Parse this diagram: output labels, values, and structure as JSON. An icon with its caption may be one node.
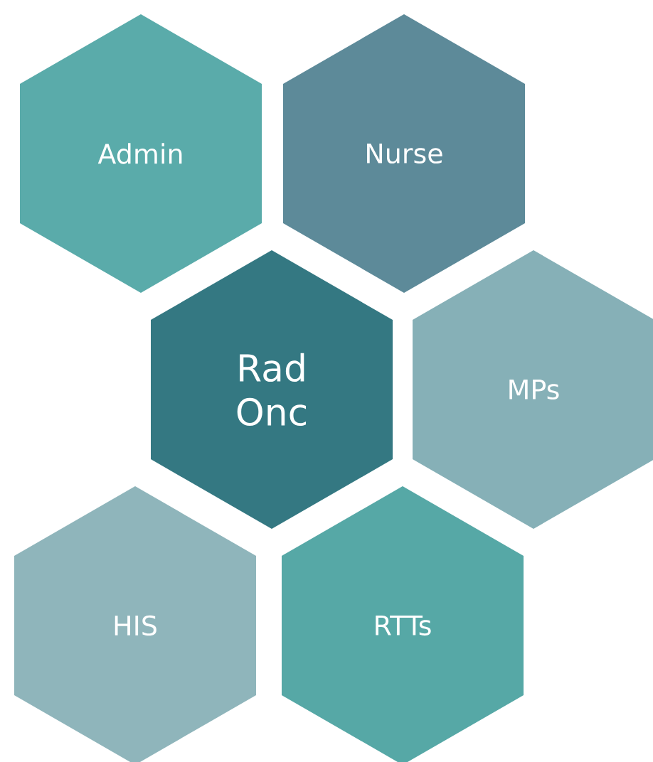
{
  "diagram": {
    "nodes": [
      {
        "text": [
          "Admin"
        ]
      },
      {
        "text": [
          "Nurse"
        ]
      },
      {
        "text": [
          "Rad Onc"
        ]
      },
      {
        "text": [
          "MPs"
        ]
      },
      {
        "text": [
          "HIS"
        ]
      },
      {
        "text": [
          "RTTs"
        ]
      }
    ]
  }
}
